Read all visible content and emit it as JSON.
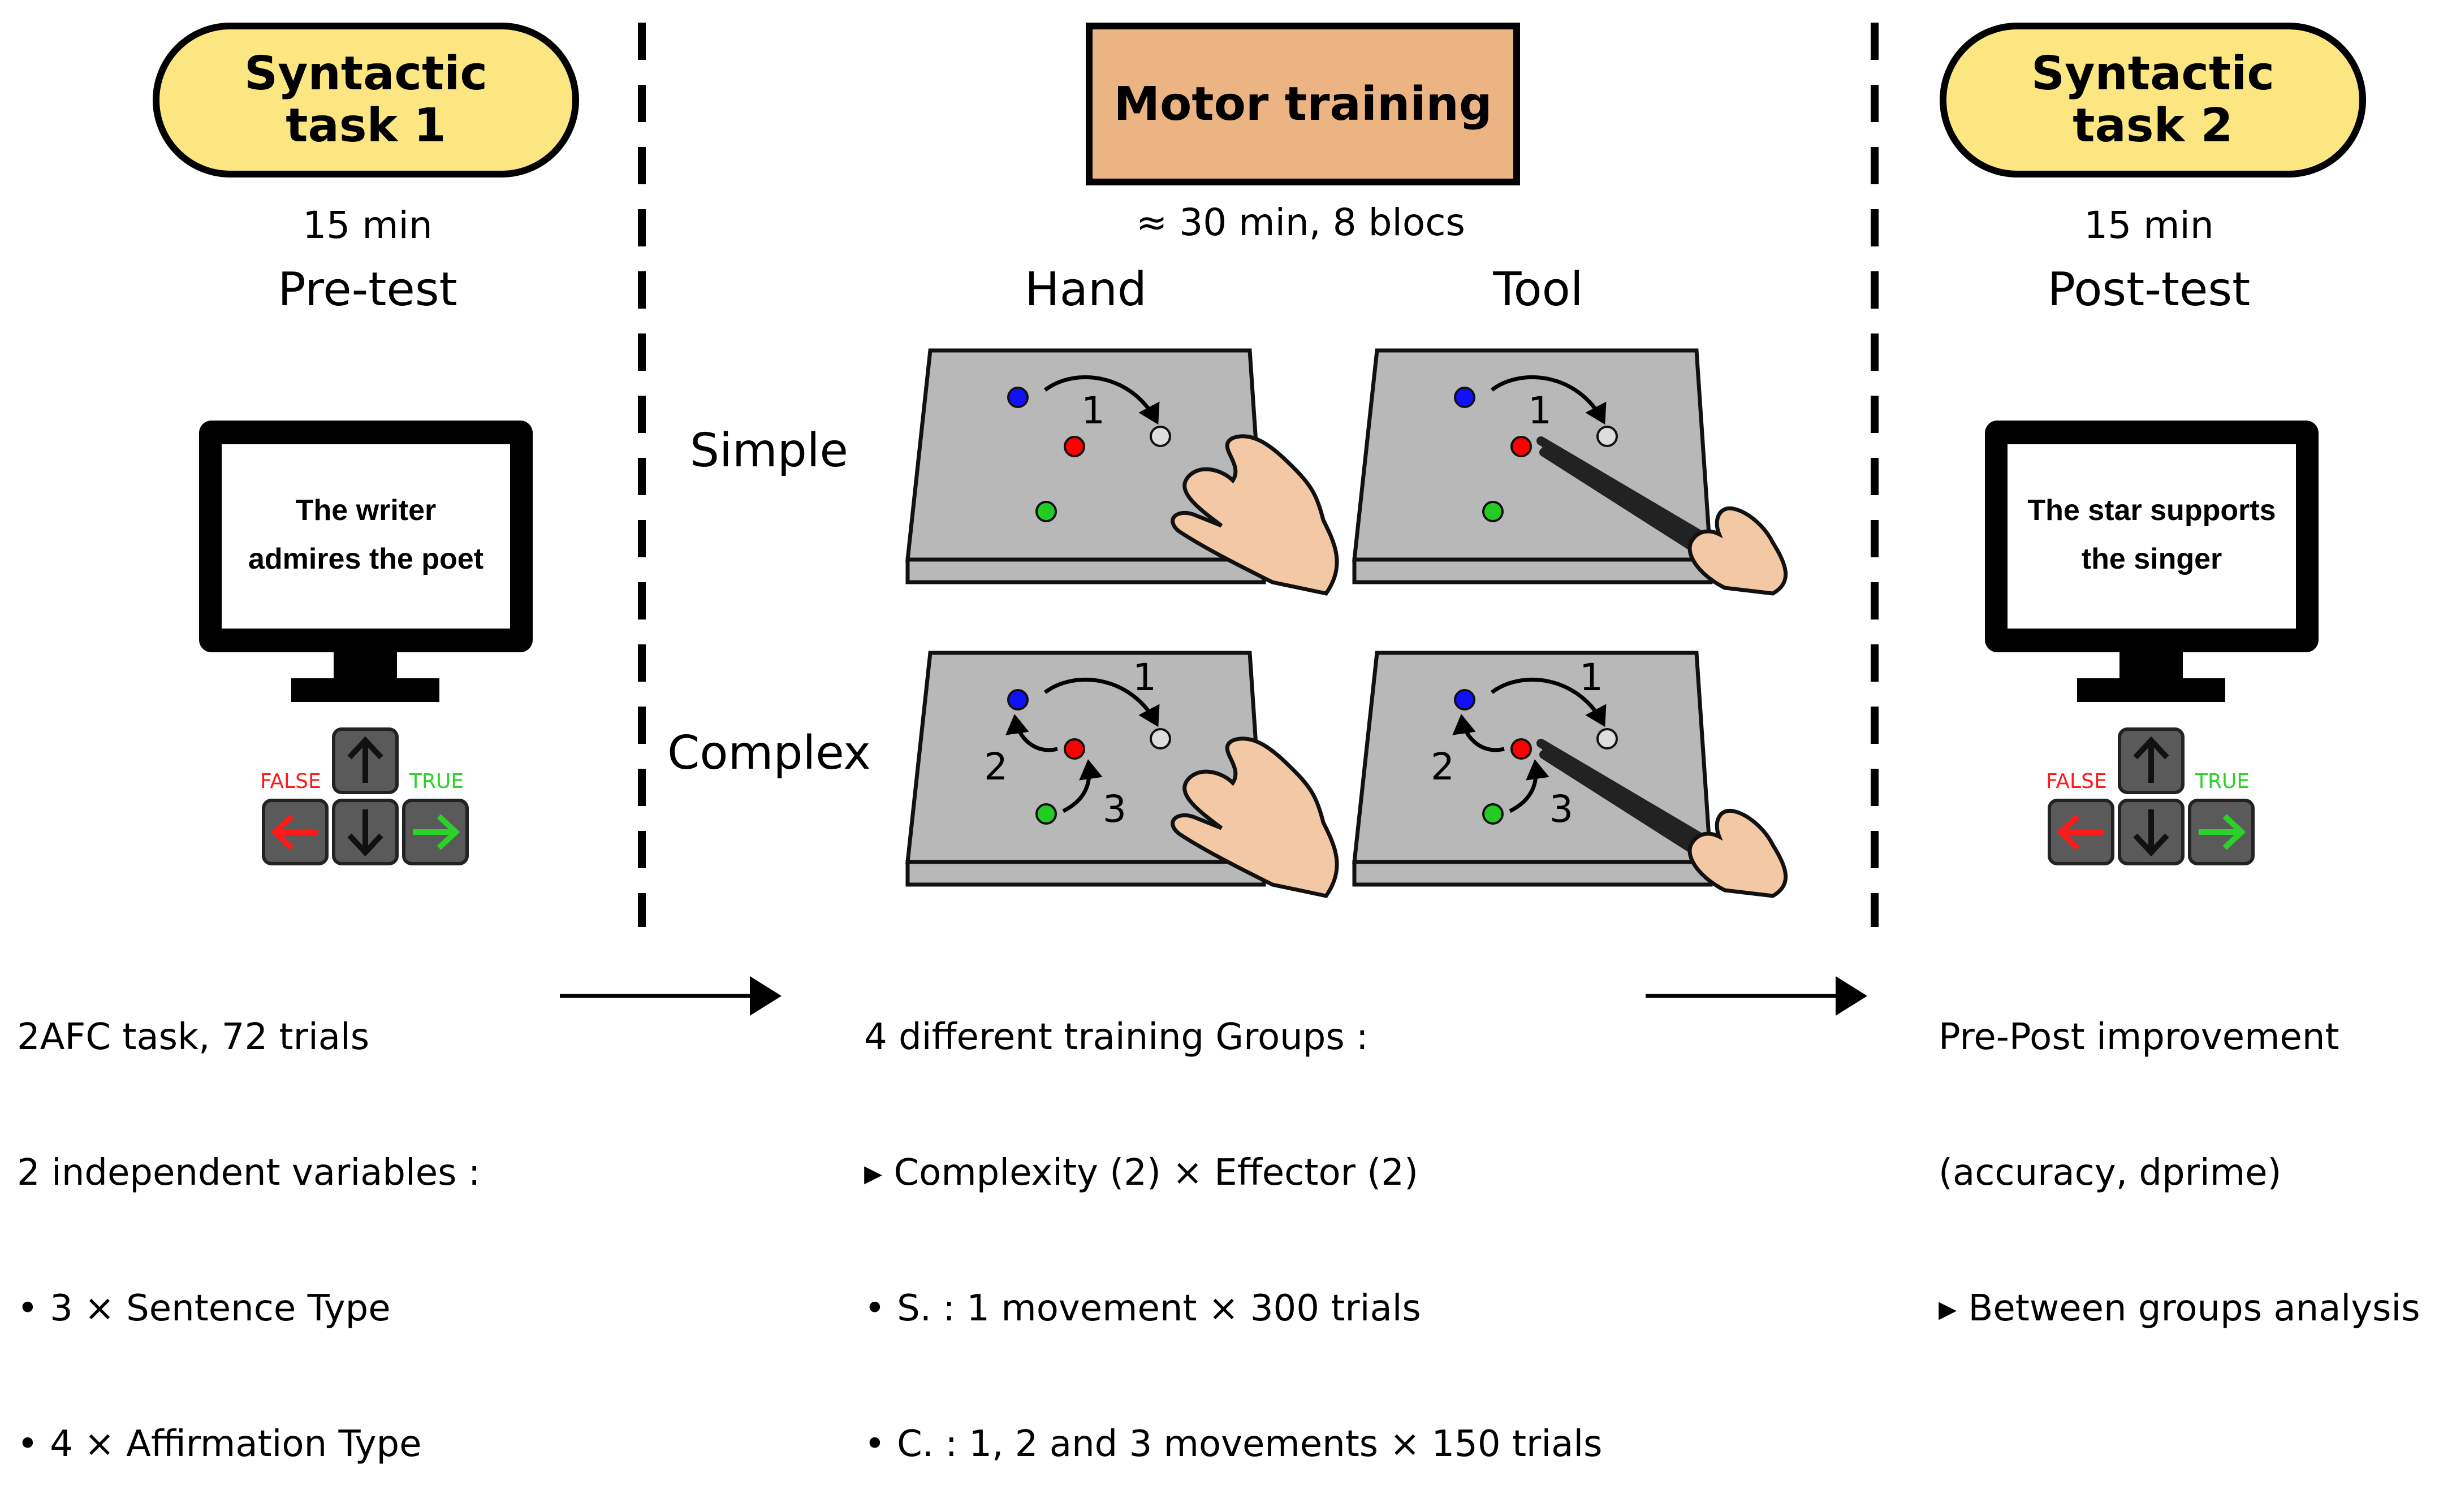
{
  "left": {
    "title_line1": "Syntactic",
    "title_line2": "task 1",
    "duration": "15 min",
    "phase": "Pre-test",
    "screen_line1": "The writer",
    "screen_line2": "admires the poet",
    "false_label": "FALSE",
    "true_label": "TRUE",
    "desc": [
      "2AFC task, 72 trials",
      "2 independent variables :",
      "• 3 × Sentence Type",
      "• 4 × Affirmation Type"
    ]
  },
  "middle": {
    "title": "Motor training",
    "duration": "≈ 30 min, 8 blocs",
    "col_hand": "Hand",
    "col_tool": "Tool",
    "row_simple": "Simple",
    "row_complex": "Complex",
    "num1": "1",
    "num2": "2",
    "num3": "3",
    "desc": [
      "4 different training Groups :",
      "▸ Complexity (2) × Effector (2)",
      "• S. : 1 movement × 300 trials",
      "• C. : 1, 2 and 3 movements × 150 trials"
    ]
  },
  "right": {
    "title_line1": "Syntactic",
    "title_line2": "task 2",
    "duration": "15 min",
    "phase": "Post-test",
    "screen_line1": "The star supports",
    "screen_line2": "the singer",
    "false_label": "FALSE",
    "true_label": "TRUE",
    "desc": [
      "Pre-Post improvement",
      "(accuracy, dprime)",
      "▸ Between groups analysis"
    ]
  },
  "colors": {
    "pill_fill": "#fbe681",
    "motor_fill": "#edb483",
    "board_fill": "#b8b8b8",
    "key_fill": "#5a5a5a",
    "false_color": "#ff1a1a",
    "true_color": "#2ad22a",
    "blue_dot": "#1010ff",
    "red_dot": "#ff0000",
    "green_dot": "#22cc22",
    "skin": "#f3c8a4"
  }
}
